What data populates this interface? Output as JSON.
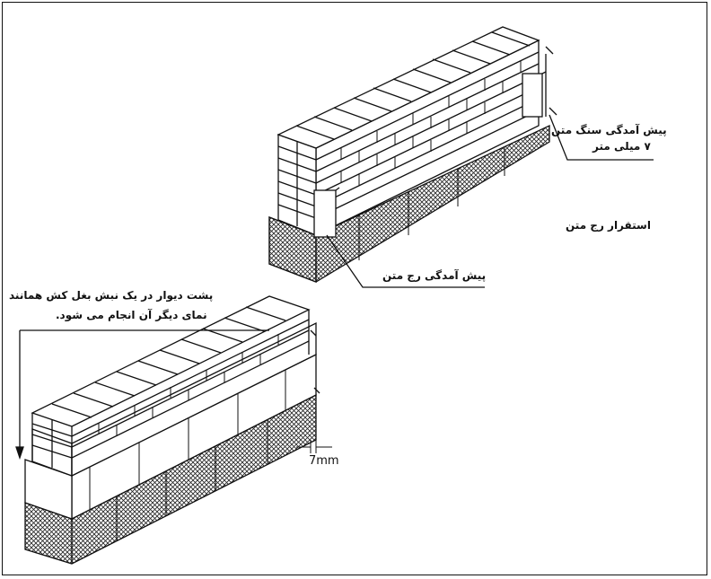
{
  "labels": {
    "stone_projection": "پیش آمدگی سنگ متن",
    "stone_projection_size": "۷ میلی متر",
    "course_placement": "استقرار رج متن",
    "course_projection": "پیش آمدگی رج متن",
    "backwall_note_line1": "پشت دیوار در یک نبش بغل کش همانند",
    "backwall_note_line2": "نمای دیگر آن انجام می شود.",
    "dimension": "7mm"
  },
  "colors": {
    "ink": "#111111",
    "paper": "#ffffff",
    "hatch": "#333333"
  }
}
